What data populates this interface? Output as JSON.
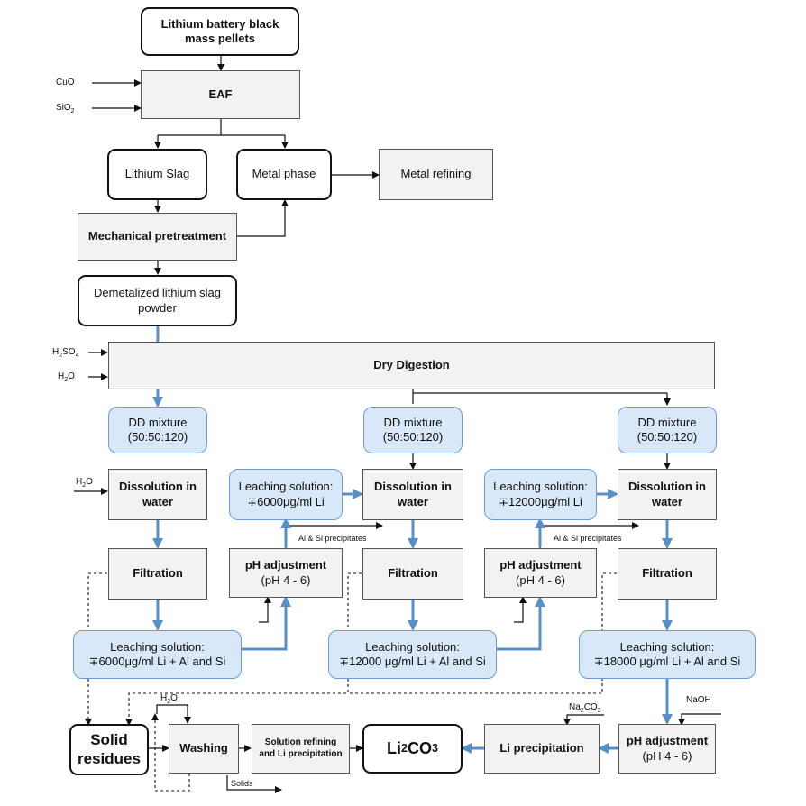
{
  "nodes": {
    "black_mass": "Lithium battery black mass pellets",
    "eaf": "EAF",
    "lithium_slag": "Lithium Slag",
    "metal_phase": "Metal phase",
    "metal_refining": "Metal refining",
    "mech_pretreat": "Mechanical pretreatment",
    "demetalized_powder": "Demetalized lithium slag powder",
    "dry_digestion": "Dry Digestion",
    "dd_mixture_title": "DD mixture",
    "dd_mixture_ratio": "(50:50:120)",
    "dissolution": "Dissolution in water",
    "filtration": "Filtration",
    "ph_adjust_title": "pH adjustment",
    "ph_adjust_range": "(pH 4 - 6)",
    "leach_sol_title": "Leaching solution:",
    "leach_in_2": "∓6000μg/ml Li",
    "leach_in_3": "∓12000μg/ml Li",
    "leach_out_1": "∓6000μg/ml Li + Al and Si",
    "leach_out_2": "∓12000 μg/ml Li + Al and Si",
    "leach_out_3": "∓18000 μg/ml Li + Al and Si",
    "solid_residues": "Solid residues",
    "washing": "Washing",
    "solution_refining": "Solution refining and Li precipitation",
    "li2co3": "Li",
    "li2co3_sub": "2",
    "li2co3_tail": "CO",
    "li2co3_sub2": "3",
    "li_precipitation": "Li precipitation"
  },
  "labels": {
    "cuo": "CuO",
    "sio2": "SiO",
    "sio2_sub": "2",
    "h2so4_a": "H",
    "h2so4_sub1": "2",
    "h2so4_b": "SO",
    "h2so4_sub2": "4",
    "h2o_a": "H",
    "h2o_sub": "2",
    "h2o_b": "O",
    "al_si_precipitates": "Al & Si precipitates",
    "na2co3_a": "Na",
    "na2co3_sub1": "2",
    "na2co3_b": "CO",
    "na2co3_sub2": "3",
    "naoh": "NaOH",
    "solids": "Solids"
  },
  "colors": {
    "blue_fill": "#d9e8f8",
    "blue_border": "#6f9ccc",
    "blue_arrow": "#5b8ec2",
    "gray_fill": "#f2f2f2",
    "line": "#111111"
  }
}
